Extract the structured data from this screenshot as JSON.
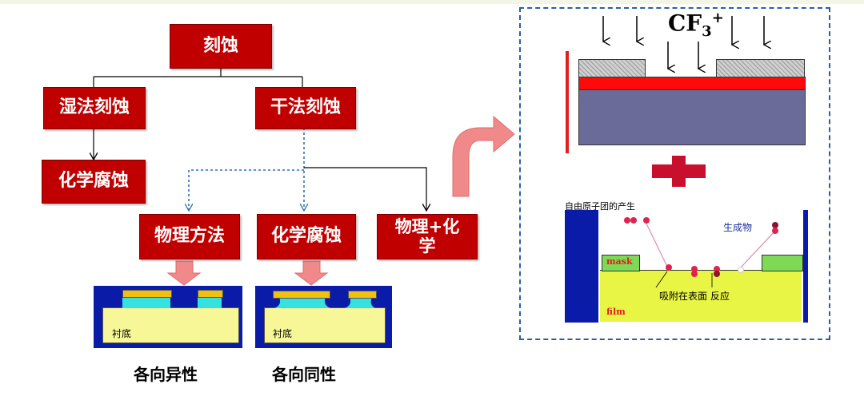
{
  "tree": {
    "root": "刻蚀",
    "wet": "湿法刻蚀",
    "dry": "干法刻蚀",
    "wet_child": "化学腐蚀",
    "physical": "物理方法",
    "chemical": "化学腐蚀",
    "combined": "物理+化学"
  },
  "profiles": {
    "anisotropic": {
      "substrate": "衬底",
      "caption": "各向异性"
    },
    "isotropic": {
      "substrate": "衬底",
      "caption": "各向同性"
    }
  },
  "plasma": {
    "ion": "CF",
    "ion_sub": "3",
    "ion_sup": "+"
  },
  "mechanism": {
    "title": "自由原子团的产生",
    "mask": "mask",
    "film": "film",
    "product": "生成物",
    "adsorb": "吸附在表面",
    "react": "反应"
  },
  "colors": {
    "node_red": "#c00000",
    "plus_red": "#c8102e",
    "dash_blue": "#2e5e9c",
    "substrate_navy": "#0a1ba8",
    "wafer_purple": "#6b6b9a"
  }
}
